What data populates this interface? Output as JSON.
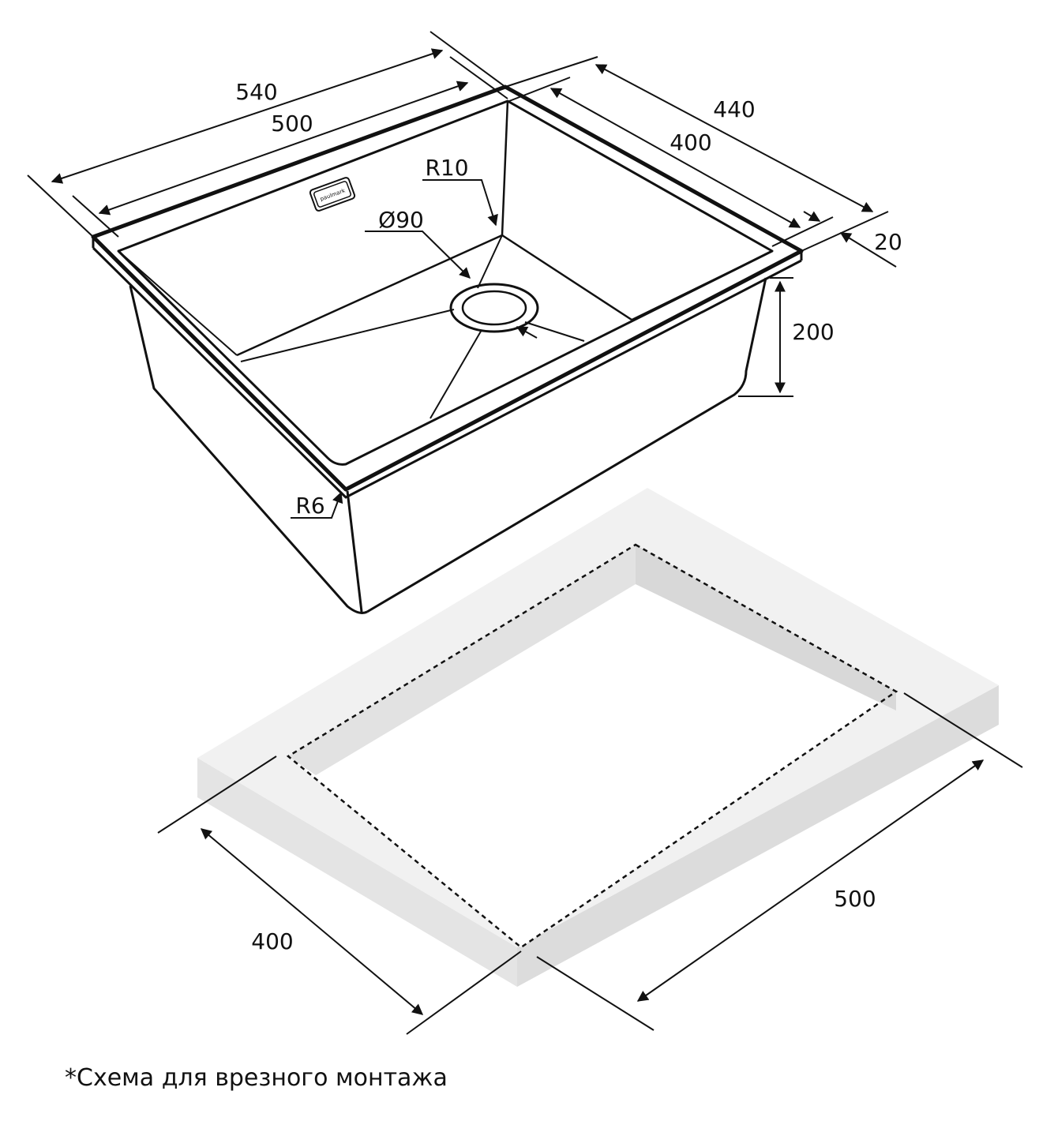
{
  "sink": {
    "brand_logo": "paulmark",
    "dimensions": {
      "outer_length": "540",
      "bowl_length": "500",
      "outer_width": "440",
      "bowl_width": "400",
      "rim_width": "20",
      "depth": "200",
      "drain_diameter": "Ø90",
      "inner_corner_radius": "R10",
      "outer_corner_radius": "R6"
    }
  },
  "cutout": {
    "dimensions": {
      "width": "400",
      "length": "500"
    }
  },
  "caption": "*Схема для врезного монтажа",
  "colors": {
    "line": "#111111",
    "countertop_top": "#f0f0f0",
    "countertop_side": "#dedede",
    "countertop_inner": "#d6d6d6"
  }
}
